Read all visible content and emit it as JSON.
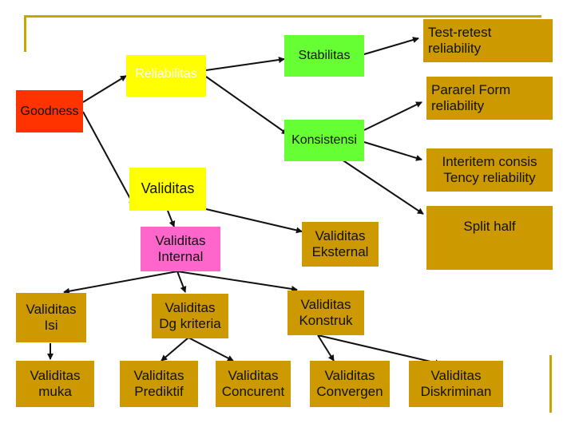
{
  "colors": {
    "frame": "#c8a600",
    "red": "#ff3300",
    "yellow": "#ffff00",
    "green": "#66ff33",
    "pink": "#ff66cc",
    "gold": "#cc9900"
  },
  "nodes": {
    "goodness": "Goodness",
    "reliabilitas": "Reliabilitas",
    "stabilitas": "Stabilitas",
    "konsistensi": "Konsistensi",
    "validitas": "Validitas",
    "test_retest": "Test-retest\nreliability",
    "pararel_form": "Pararel Form\nreliability",
    "interitem": "Interitem consis\nTency reliability",
    "split_half": "Split half",
    "validitas_internal": "Validitas\nInternal",
    "validitas_eksternal": "Validitas\nEksternal",
    "validitas_isi": "Validitas\nIsi",
    "validitas_dg_kriteria": "Validitas\nDg kriteria",
    "validitas_konstruk": "Validitas\nKonstruk",
    "validitas_muka": "Validitas\nmuka",
    "validitas_prediktif": "Validitas\nPrediktif",
    "validitas_concurent": "Validitas\nConcurent",
    "validitas_convergen": "Validitas\nConvergen",
    "validitas_diskriminan": "Validitas\nDiskriminan"
  }
}
